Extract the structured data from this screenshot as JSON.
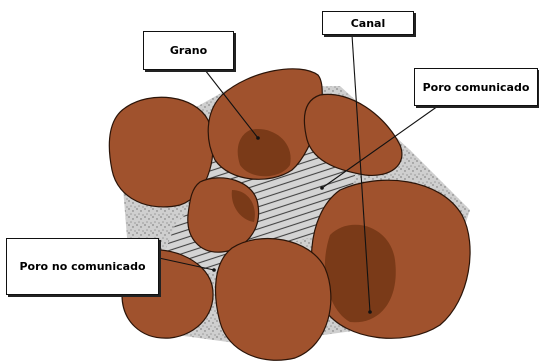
{
  "labels": {
    "grano": "Grano",
    "canal": "Canal",
    "poro_comunicado": "Poro comunicado",
    "poro_no_comunicado": "Poro no comunicado"
  },
  "colors": {
    "grain": "#a0522d",
    "grain_shadow": "#7a3a18",
    "grain_outline": "#2b1408",
    "matrix": "#c9c9c9",
    "pore_hatch": "#444444",
    "leader": "#111111"
  }
}
